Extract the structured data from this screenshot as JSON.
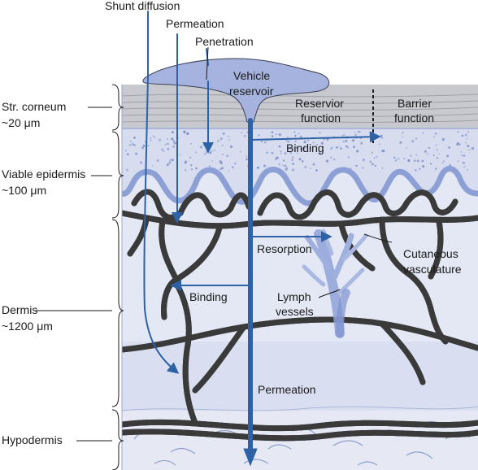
{
  "layers": {
    "stratum_corneum": {
      "name": "Str. corneum",
      "thickness": "~20 μm"
    },
    "viable_epidermis": {
      "name": "Viable epidermis",
      "thickness": "~100 μm"
    },
    "dermis": {
      "name": "Dermis",
      "thickness": "~1200 μm"
    },
    "hypodermis": {
      "name": "Hypodermis"
    }
  },
  "routes": {
    "shunt_diffusion": "Shunt diffusion",
    "permeation_top": "Permeation",
    "penetration": "Penetration",
    "vehicle_reservoir_line1": "Vehicle",
    "vehicle_reservoir_line2": "reservoir",
    "reservoir_function_line1": "Reservior",
    "reservoir_function_line2": "function",
    "barrier_function_line1": "Barrier",
    "barrier_function_line2": "function",
    "binding_epidermis": "Binding",
    "resorption": "Resorption",
    "cutaneous_vasculature_line1": "Cutaneous",
    "cutaneous_vasculature_line2": "vasculature",
    "binding_dermis": "Binding",
    "lymph_vessels_line1": "Lymph",
    "lymph_vessels_line2": "vessels",
    "permeation_bottom": "Permeation"
  },
  "colors": {
    "arrow_blue": "#2e62a6",
    "skin_background": "#e4e8f4",
    "stratum_corneum": "#c7c9cf",
    "basement_membrane": "#8ca0d6",
    "vehicle": "#a6b3de",
    "vessel_fill": "#c0c3cb",
    "vessel_stroke": "#3a3a3a"
  }
}
